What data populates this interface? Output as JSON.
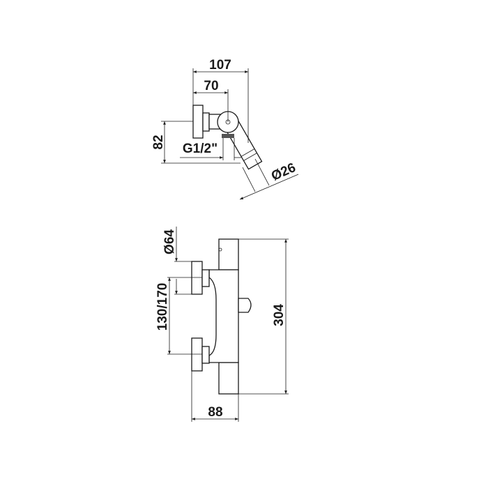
{
  "drawing": {
    "top_view": {
      "dim_total_width": "107",
      "dim_axis_width": "70",
      "dim_height": "82",
      "thread": "G1/2\"",
      "dim_handle_diameter": "Ø26"
    },
    "front_view": {
      "dim_flange_diameter": "Ø64",
      "dim_centers": "130/170",
      "dim_length": "304",
      "dim_depth": "88"
    }
  }
}
